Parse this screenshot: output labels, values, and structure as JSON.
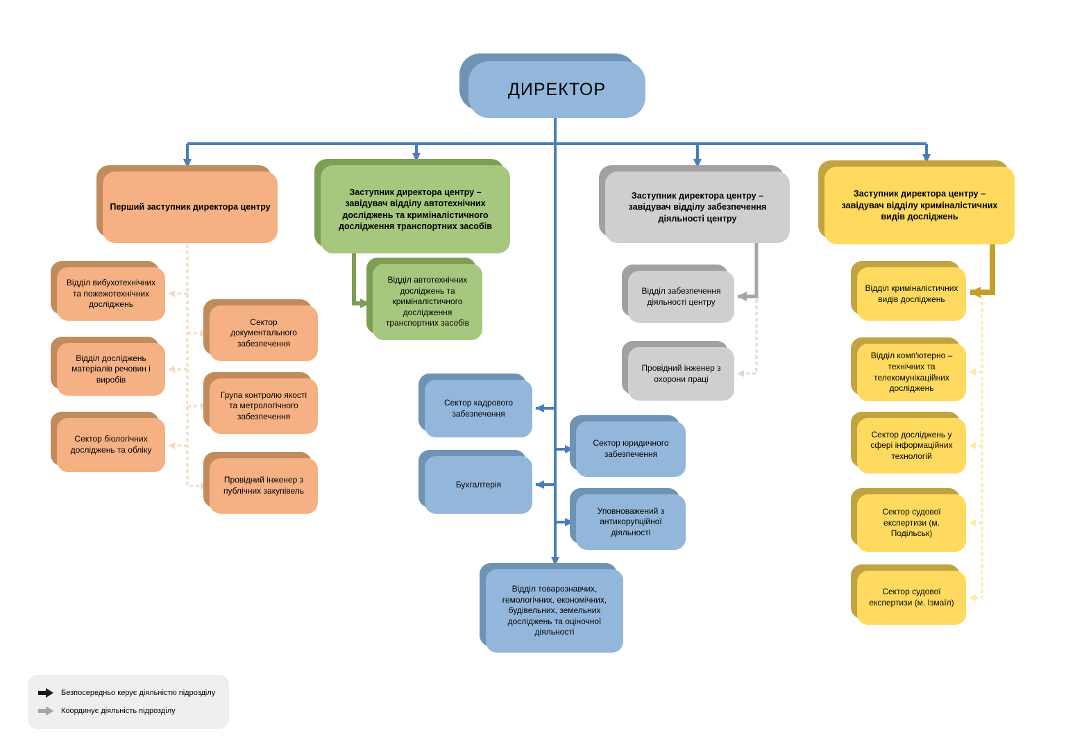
{
  "colors": {
    "blue": "#93B7DA",
    "blue-shadow": "#6E93B4",
    "orange": "#F5B183",
    "orange-shadow": "#C18C5D",
    "green": "#A6C77E",
    "green-shadow": "#7E9E54",
    "gray": "#D0CECE",
    "gray-shadow": "#A3A0A0",
    "yellow": "#FFDA5E",
    "yellow-shadow": "#C2A342",
    "line-blue": "#4A7EBB",
    "line-green": "#7E9E54",
    "line-gray": "#A6A6A6",
    "line-gold": "#C5A028",
    "dash-orange": "#F6D9BE",
    "dash-gray": "#D9D9D9",
    "dash-yellow": "#FFE9A6",
    "legend-bg": "#EFEFEF"
  },
  "director": {
    "label": "ДИРЕКТОР"
  },
  "branch1": {
    "head": "Перший заступник директора центру",
    "left": [
      "Відділ вибухотехнічних та пожежотехнічних досліджень",
      "Відділ досліджень матеріалів речовин і виробів",
      "Сектор біологічних досліджень та обліку"
    ],
    "right": [
      "Сектор документального забезпечення",
      "Група контролю якості та метрологічного забезпечення",
      "Провідний інженер з публічних закупівель"
    ]
  },
  "branch2": {
    "head": "Заступник директора центру – завідувач відділу автотехнічних досліджень та криміналістичного дослідження транспортних засобів",
    "children": [
      "Відділ автотехнічних досліджень та криміналістичного дослідження транспортних засобів"
    ]
  },
  "central": {
    "left": [
      "Сектор кадрового забезпечення",
      "Бухгалтерія"
    ],
    "right": [
      "Сектор юридичного забезпечення",
      "Уповноважений з антикорупційної діяльності"
    ],
    "bottom": "Відділ товарознавчих, гемологічних, економічних, будівельних, земельних досліджень та оціночної діяльності"
  },
  "branch3": {
    "head": "Заступник директора центру – завідувач відділу забезпечення діяльності центру",
    "children": [
      "Відділ забезпечення діяльності центру",
      "Провідний інженер з охорони праці"
    ]
  },
  "branch4": {
    "head": "Заступник директора центру – завідувач відділу криміналістичних видів досліджень",
    "children": [
      "Відділ криміналістичних видів досліджень",
      "Відділ комп'ютерно – технічних та телекомунікаційних досліджень",
      "Сектор досліджень у сфері інформаційних технологій",
      "Сектор судової експертизи (м. Подільськ)",
      "Сектор судової експертизи (м. Ізмаїл)"
    ]
  },
  "legend": {
    "items": [
      {
        "label": "Безпосередньо керує діяльністю підрозділу",
        "arrow_color": "#1A1A1A"
      },
      {
        "label": "Координує діяльність підрозділу",
        "arrow_color": "#A6A6A6"
      }
    ]
  }
}
